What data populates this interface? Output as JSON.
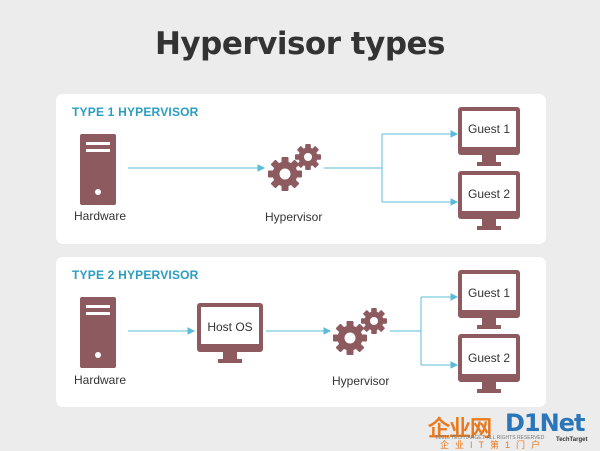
{
  "title": "Hypervisor types",
  "colors": {
    "device": "#8c5a5f",
    "connector": "#5bbcd9",
    "heading": "#2a9dc0",
    "panel": "#ffffff",
    "background": "#ececec"
  },
  "type1": {
    "heading": "TYPE 1 HYPERVISOR",
    "hardware_label": "Hardware",
    "hypervisor_label": "Hypervisor",
    "guests": [
      "Guest 1",
      "Guest 2"
    ]
  },
  "type2": {
    "heading": "TYPE 2 HYPERVISOR",
    "hardware_label": "Hardware",
    "host_os_label": "Host OS",
    "hypervisor_label": "Hypervisor",
    "guests": [
      "Guest 1",
      "Guest 2"
    ]
  },
  "watermark": {
    "cn": "企业网",
    "en": "D1Net",
    "copyright": "©2016 TECHTARGET. ALL RIGHTS RESERVED",
    "cn_sub": "企业IT第1门户",
    "brand": "TechTarget"
  }
}
